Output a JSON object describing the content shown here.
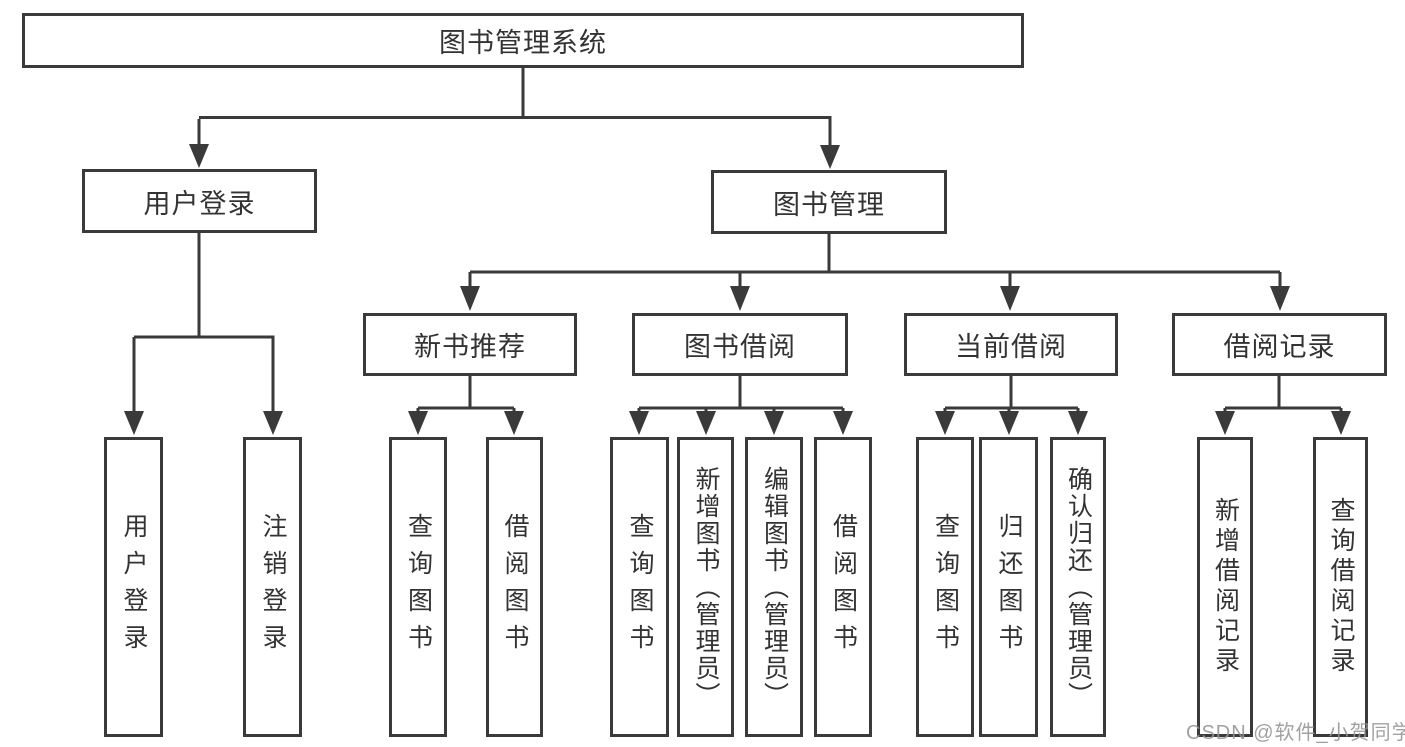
{
  "tree": {
    "root": {
      "label": "图书管理系统"
    },
    "branches": [
      {
        "label": "用户登录",
        "children": [
          {
            "label": "用户登录"
          },
          {
            "label": "注销登录"
          }
        ]
      },
      {
        "label": "图书管理",
        "groups": [
          {
            "label": "新书推荐",
            "children": [
              {
                "label": "查询图书"
              },
              {
                "label": "借阅图书"
              }
            ]
          },
          {
            "label": "图书借阅",
            "children": [
              {
                "label": "查询图书"
              },
              {
                "label": "新增图书（管理员）"
              },
              {
                "label": "编辑图书（管理员）"
              },
              {
                "label": "借阅图书"
              }
            ]
          },
          {
            "label": "当前借阅",
            "children": [
              {
                "label": "查询图书"
              },
              {
                "label": "归还图书"
              },
              {
                "label": "确认归还（管理员）"
              }
            ]
          },
          {
            "label": "借阅记录",
            "children": [
              {
                "label": "新增借阅记录"
              },
              {
                "label": "查询借阅记录"
              }
            ]
          }
        ]
      }
    ]
  },
  "watermark": {
    "text": "CSDN @软件_小贺同学"
  },
  "colors": {
    "line": "#3a3a3a",
    "text": "#333333",
    "background": "#ffffff",
    "watermark": "#949494"
  }
}
